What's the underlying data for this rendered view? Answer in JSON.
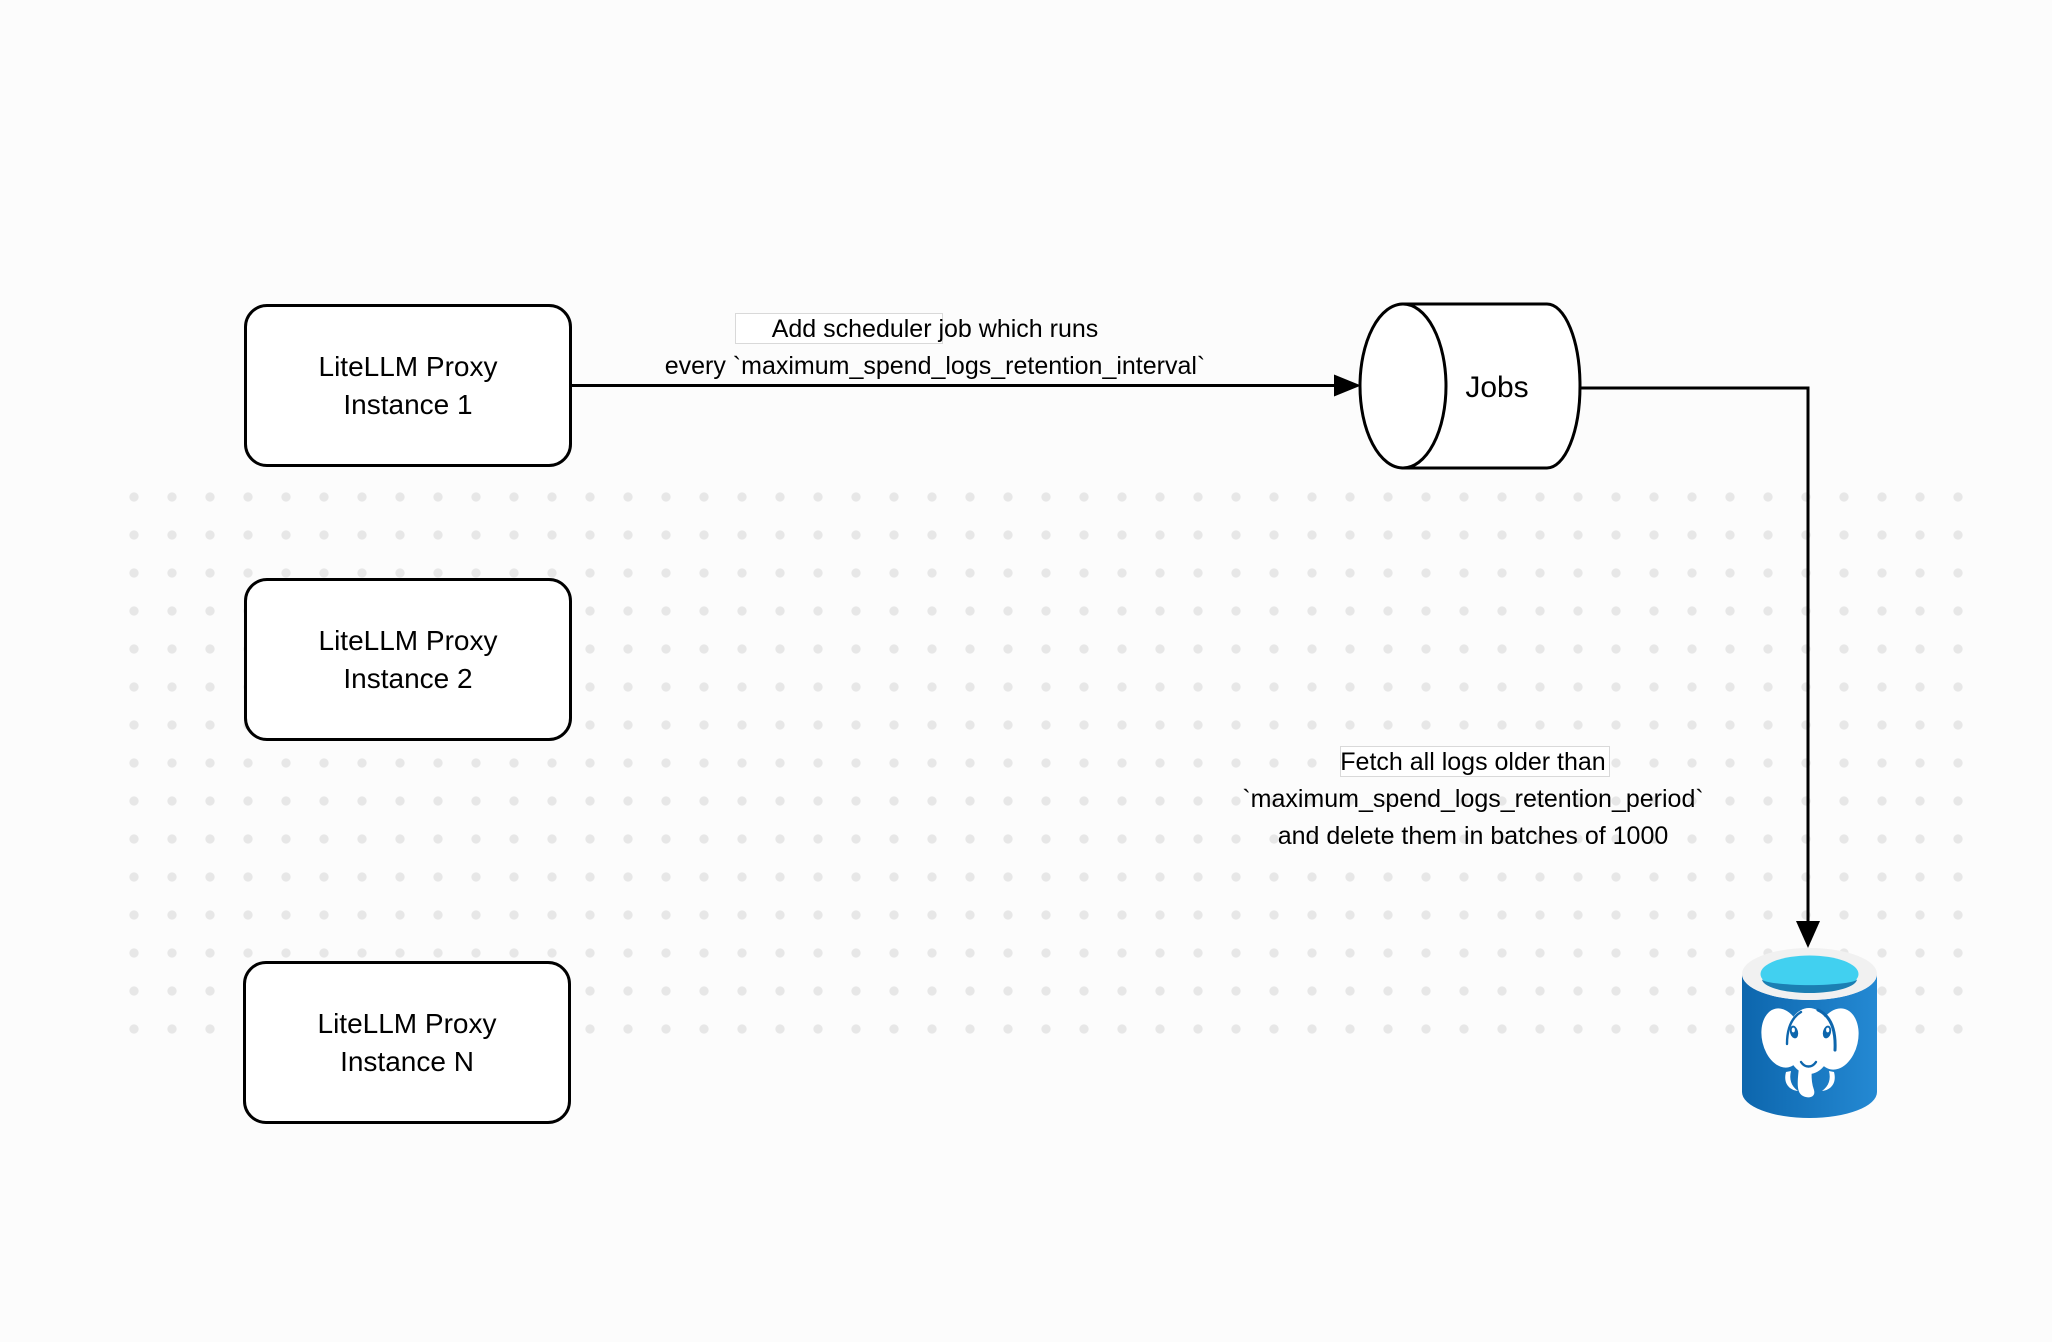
{
  "nodes": {
    "proxy1": {
      "lines": [
        "LiteLLM Proxy",
        "Instance 1"
      ]
    },
    "proxy2": {
      "lines": [
        "LiteLLM Proxy",
        "Instance 2"
      ]
    },
    "proxyN": {
      "lines": [
        "LiteLLM Proxy",
        "Instance N"
      ]
    },
    "jobs": {
      "label": "Jobs"
    },
    "postgres": {
      "icon": "postgresql-database-icon"
    }
  },
  "edges": {
    "scheduler": {
      "lines": [
        "Add scheduler job which runs",
        "every `maximum_spend_logs_retention_interval`"
      ]
    },
    "cleanup": {
      "lines": [
        "Fetch all logs older than",
        "`maximum_spend_logs_retention_period`",
        "and delete them in batches of 1000"
      ]
    }
  },
  "colors": {
    "stroke": "#000000",
    "node_fill": "#ffffff",
    "canvas_bg": "#fcfcfc",
    "dot": "#e7e7e7",
    "label_box_border": "#d9d9d9",
    "pg_body": "#0d66ad",
    "pg_body_light": "#2489d3",
    "pg_rim": "#f1f1f1",
    "pg_opening": "#41d0f0",
    "pg_liquid": "#1b7fb3",
    "pg_elephant": "#ffffff"
  }
}
